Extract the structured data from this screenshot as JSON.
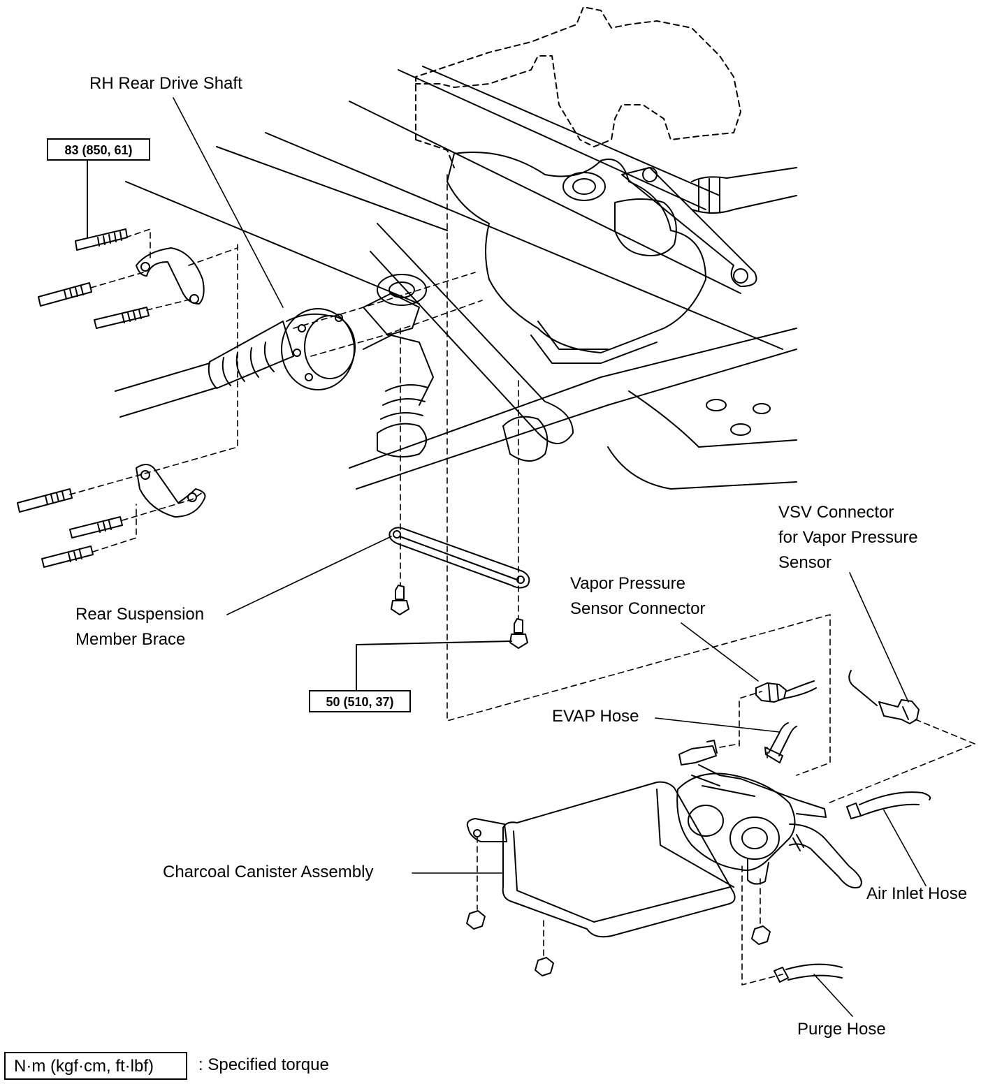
{
  "labels": {
    "rh_rear_drive_shaft": "RH Rear Drive Shaft",
    "rear_suspension_member_brace": [
      "Rear Suspension",
      "Member Brace"
    ],
    "vsv_connector": [
      "VSV Connector",
      "for Vapor Pressure",
      "Sensor"
    ],
    "vapor_pressure_sensor_connector": [
      "Vapor Pressure",
      "Sensor Connector"
    ],
    "evap_hose": "EVAP Hose",
    "charcoal_canister_assembly": "Charcoal Canister Assembly",
    "air_inlet_hose": "Air Inlet Hose",
    "purge_hose": "Purge Hose"
  },
  "torque_specs": {
    "drive_shaft_bolts": "83 (850, 61)",
    "brace_bolts": "50 (510, 37)"
  },
  "legend": {
    "unit_box": "N·m (kgf·cm, ft·lbf)",
    "description": ": Specified torque"
  }
}
